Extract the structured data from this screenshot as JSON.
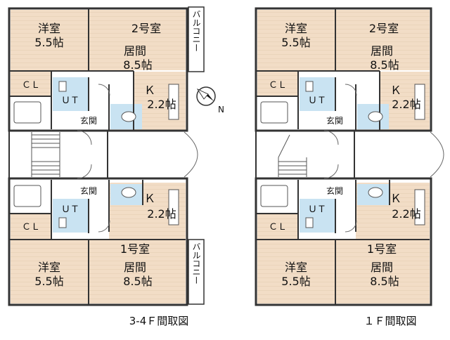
{
  "plans": [
    {
      "caption": "3-4Ｆ間取図",
      "upper_unit": {
        "unit_name": "2号室",
        "western_room": {
          "name": "洋室",
          "size": "5.5帖"
        },
        "living_room": {
          "name": "居間",
          "size": "8.5帖"
        },
        "kitchen": {
          "name": "Ｋ",
          "size": "2.2帖"
        },
        "closet": "ＣＬ",
        "utility": "ＵＴ",
        "entrance": "玄関"
      },
      "lower_unit": {
        "unit_name": "1号室",
        "western_room": {
          "name": "洋室",
          "size": "5.5帖"
        },
        "living_room": {
          "name": "居間",
          "size": "8.5帖"
        },
        "kitchen": {
          "name": "Ｋ",
          "size": "2.2帖"
        },
        "closet": "ＣＬ",
        "utility": "ＵＴ",
        "entrance": "玄関"
      },
      "balcony_upper": "バルコニー",
      "balcony_lower": "バルコニー",
      "compass": "N"
    },
    {
      "caption": "１Ｆ間取図",
      "upper_unit": {
        "unit_name": "2号室",
        "western_room": {
          "name": "洋室",
          "size": "5.5帖"
        },
        "living_room": {
          "name": "居間",
          "size": "8.5帖"
        },
        "kitchen": {
          "name": "Ｋ",
          "size": "2.2帖"
        },
        "closet": "ＣＬ",
        "utility": "ＵＴ",
        "entrance": "玄関"
      },
      "lower_unit": {
        "unit_name": "1号室",
        "western_room": {
          "name": "洋室",
          "size": "5.5帖"
        },
        "living_room": {
          "name": "居間",
          "size": "8.5帖"
        },
        "kitchen": {
          "name": "Ｋ",
          "size": "2.2帖"
        },
        "closet": "ＣＬ",
        "utility": "ＵＴ",
        "entrance": "玄関"
      }
    }
  ],
  "colors": {
    "floor": "#f2ddc6",
    "wet_area": "#c9e3f2",
    "wall": "#333333",
    "corridor": "#ffffff"
  }
}
